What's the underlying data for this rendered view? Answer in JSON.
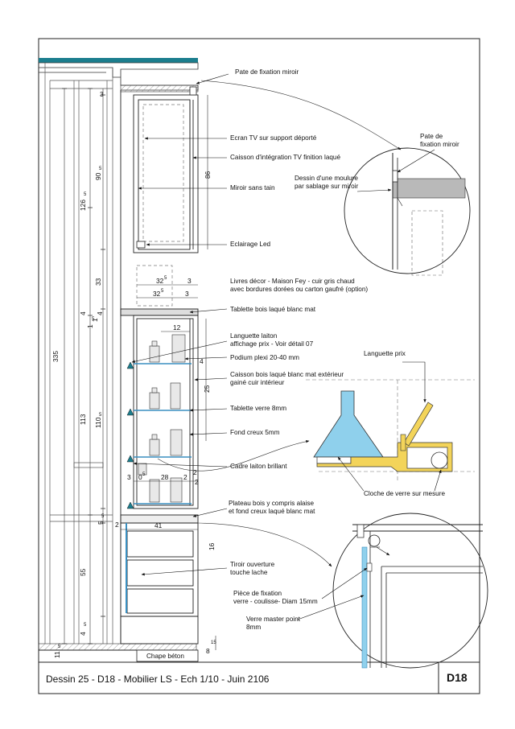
{
  "drawing": {
    "title": "Dessin 25 - D18 - Mobilier LS - Ech 1/10 - Juin 2106",
    "code": "D18",
    "colors": {
      "teal": "#1b7e8e",
      "glass": "#8fd0ec",
      "brass": "#f3d45a",
      "grey": "#b9b9b9"
    }
  },
  "labels": {
    "pate_fixation": "Pate de fixation miroir",
    "ecran_tv": "Ecran TV sur support déporté",
    "caisson_tv": "Caisson d'intégration TV finition laqué",
    "miroir": "Miroir sans tain",
    "eclairage": "Eclairage Led",
    "livres_1": "Livres décor  - Maison Fey - cuir gris chaud",
    "livres_2": "avec bordures dorées ou carton gaufré (option)",
    "tablette_bois": "Tablette bois laqué blanc mat",
    "languette_1": "Languette laiton",
    "languette_2": "affichage prix - Voir détail 07",
    "podium": "Podium plexi 20-40 mm",
    "caisson_bois_1": "Caisson bois laqué blanc mat extérieur",
    "caisson_bois_2": "gainé cuir intérieur",
    "tablette_verre": "Tablette verre 8mm",
    "fond_creux": "Fond creux 5mm",
    "cadre_laiton": "Cadre laiton brillant",
    "plateau_1": "Plateau bois y compris alaise",
    "plateau_2": "et fond creux laqué blanc mat",
    "tiroir_1": "Tiroir ouverture",
    "tiroir_2": "touche lache",
    "piece_1": "Pièce de fixation",
    "piece_2": "verre - coulisse- Diam 15mm",
    "verre_1": "Verre master point",
    "verre_2": "8mm",
    "chape": "Chape béton",
    "detail_pate_1": "Pate de",
    "detail_pate_2": "fixation miroir",
    "dessin_1": "Dessin d'une moulure",
    "dessin_2": "par sablage sur miroir",
    "languette_prix": "Languette prix",
    "cloche": "Cloche de verre sur mesure"
  },
  "dimensions": {
    "d3_top": "3",
    "d126": "126",
    "d126_sup": "5",
    "d90": "90",
    "d90_sup": "5",
    "d86": "86",
    "d33": "33",
    "d4": "4",
    "d1_5": "1",
    "d1_5_sup": "5",
    "d1": "1",
    "d4b": "4",
    "d335": "335",
    "d113": "113",
    "d110": "110",
    "d110_sup": "5",
    "d32a": "32",
    "d32a_sup": "5",
    "d3a": "3",
    "d32b": "32",
    "d32b_sup": "5",
    "d3b": "3",
    "d12": "12",
    "d4c": "4",
    "d25": "25",
    "d3c": "3",
    "d0": "0",
    "d0_sup": "5",
    "d28": "28",
    "d2a": "2",
    "d2b": "2",
    "d2c": "2",
    "d5": "5",
    "d5_sup": "5",
    "d2d": "2",
    "d41": "41",
    "d16": "16",
    "d55": "55",
    "d4e": "4",
    "d4e_sup": "5",
    "d11": "11",
    "d11_sup": "5",
    "d8": "8",
    "d8_sup": "15"
  }
}
